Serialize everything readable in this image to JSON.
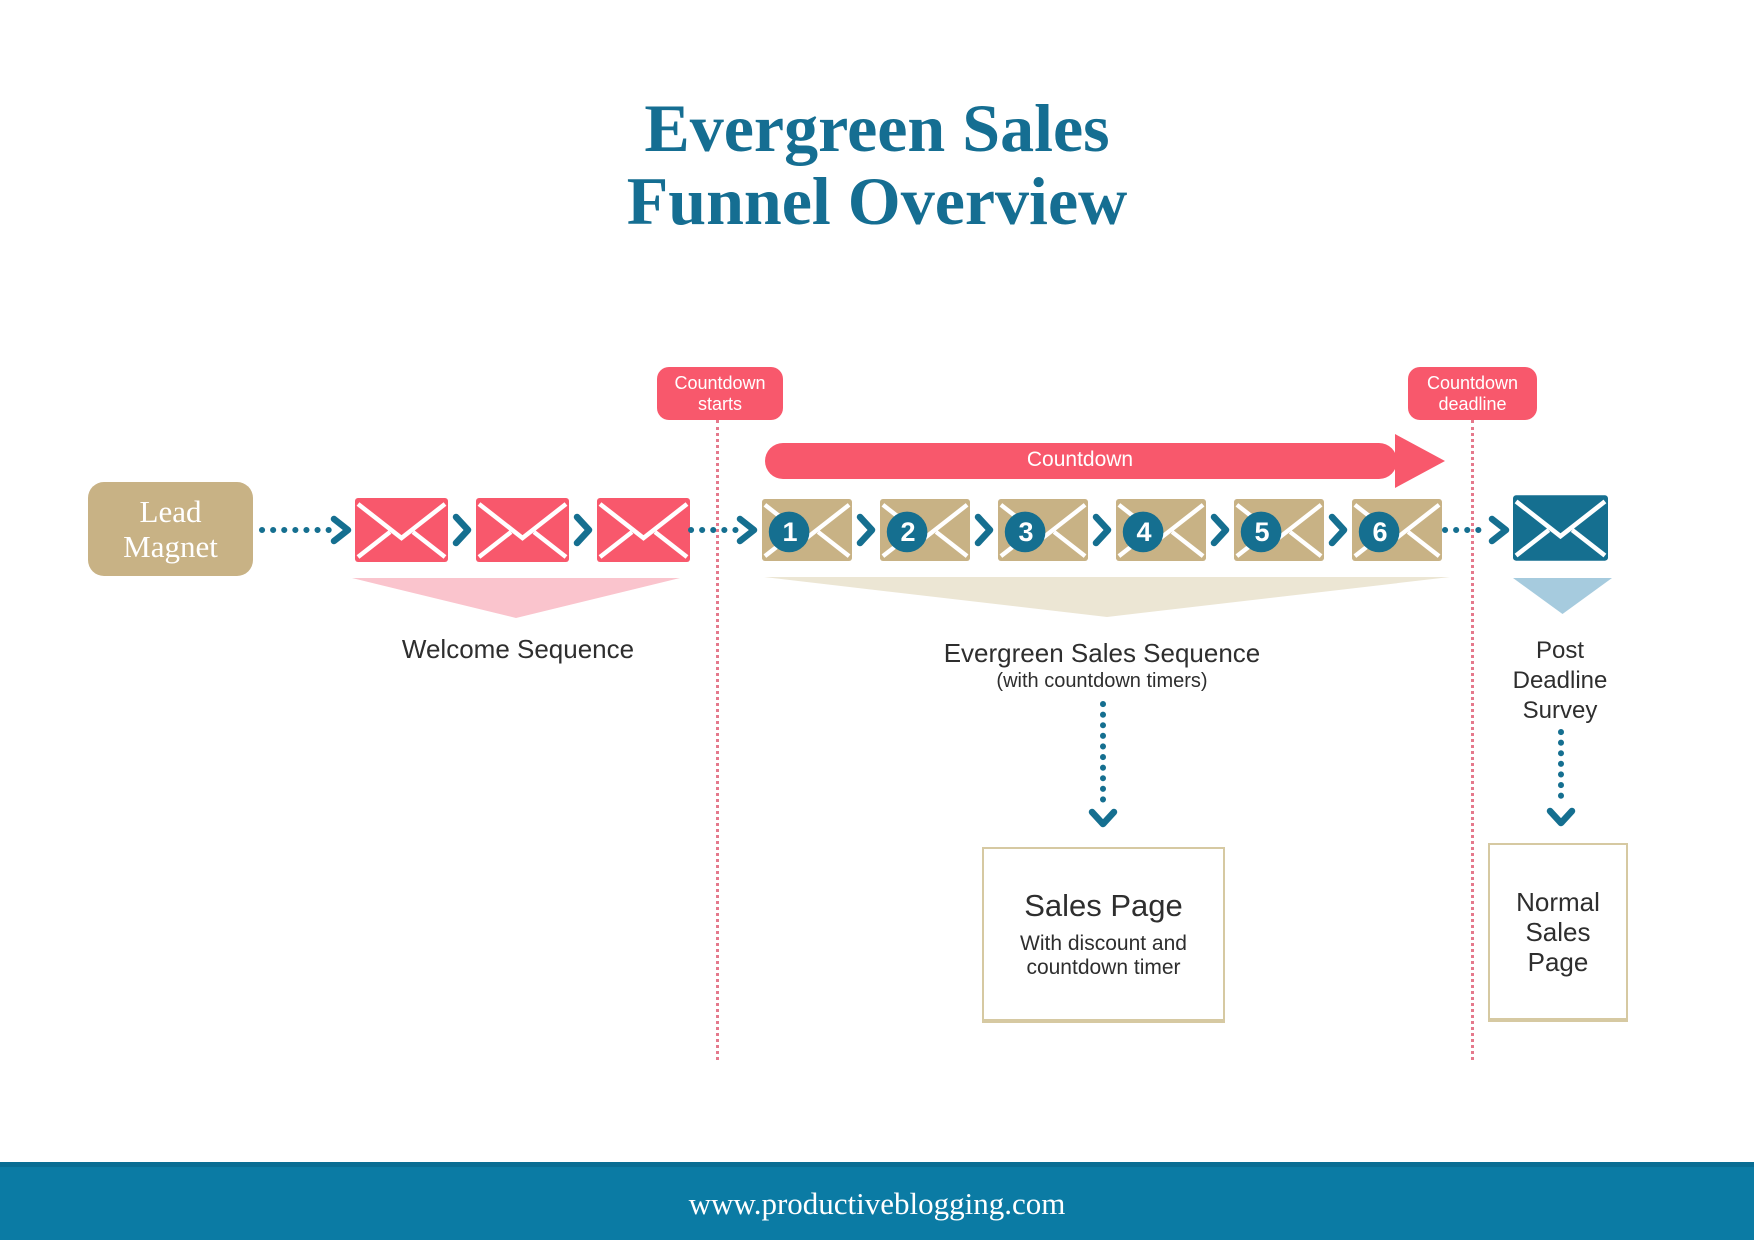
{
  "title": {
    "line1": "Evergreen Sales",
    "line2": "Funnel Overview"
  },
  "lead_magnet": {
    "line1": "Lead",
    "line2": "Magnet"
  },
  "countdown_starts": {
    "line1": "Countdown",
    "line2": "starts"
  },
  "countdown_deadline": {
    "line1": "Countdown",
    "line2": "deadline"
  },
  "countdown_bar": {
    "label": "Countdown"
  },
  "welcome": {
    "label": "Welcome Sequence",
    "email_count": 3
  },
  "evergreen": {
    "label": "Evergreen Sales Sequence",
    "sublabel": "(with countdown timers)",
    "numbers": [
      "1",
      "2",
      "3",
      "4",
      "5",
      "6"
    ]
  },
  "post_deadline": {
    "line1": "Post",
    "line2": "Deadline",
    "line3": "Survey"
  },
  "sales_page": {
    "title": "Sales Page",
    "sub_line1": "With discount and",
    "sub_line2": "countdown timer"
  },
  "normal_sales_page": {
    "line1": "Normal",
    "line2": "Sales",
    "line3": "Page"
  },
  "footer": {
    "url": "www.productiveblogging.com"
  },
  "colors": {
    "teal": "#156F90",
    "title_teal": "#156E92",
    "pink": "#F8586C",
    "light_pink": "#FAC4CD",
    "tan": "#C8B285",
    "beige_funnel": "#ECE6D4",
    "light_blue_funnel": "#A6CBDE",
    "box_border_tan": "#D6C9A2",
    "footer_teal": "#0B7BA4",
    "dotted_guide_pink": "#E5798C",
    "text_dark": "#2E2E2E"
  },
  "icons": {
    "envelope": "✉",
    "chevron_right": "❯",
    "chevron_down": "⌄",
    "dotted_arrow_right": "⋯→",
    "dotted_arrow_down": "⋮↓",
    "funnel_triangle": "▼"
  }
}
